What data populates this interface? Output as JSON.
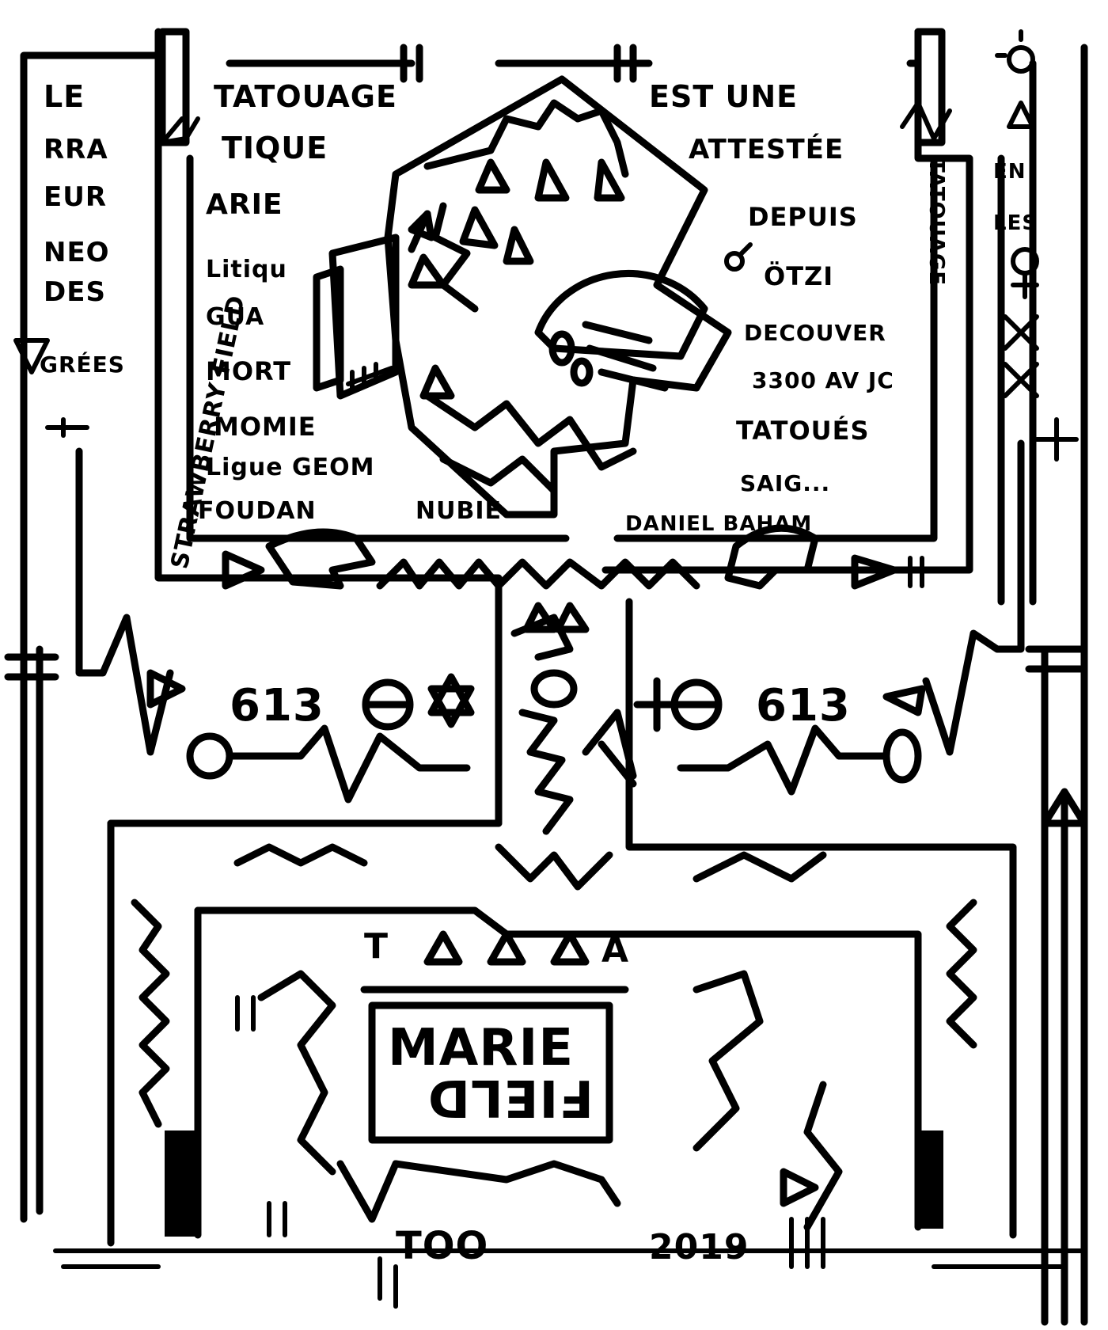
{
  "colors": {
    "ink": "#000000",
    "paper": "#ffffff"
  },
  "top_text": {
    "left_column": [
      "LE",
      "RRA",
      "EUR",
      "NEO",
      "DES",
      "GRÉES"
    ],
    "line1_left": "TATOUAGE",
    "line1_right": "EST UNE",
    "line2_left": "TIQUE",
    "line2_right": "ATTESTÉE",
    "left_list": [
      "ARIE",
      "Litiqu",
      "GUA",
      "MORT",
      "MOMIE",
      "Ligue GEOM",
      "FOUDAN"
    ],
    "right_list": [
      "DEPUIS",
      "ÖTZI",
      "DECOUVER",
      "3300 AV JC",
      "TATOUÉS",
      "SAIG...",
      "DANIEL BAHAM"
    ],
    "nubie": "NUBIE",
    "vertical_left": "STRAWBERRY FIELD",
    "vertical_right": "TATOUAGE",
    "far_right_column": [
      "EN",
      "LES"
    ]
  },
  "middle_text": {
    "left_number": "613",
    "right_number": "613"
  },
  "bottom_text": {
    "name_line1": "MARIE",
    "name_line2": "FIELD",
    "signature": "TOO",
    "year": "2019",
    "initial": "T",
    "initial_right": "A"
  }
}
